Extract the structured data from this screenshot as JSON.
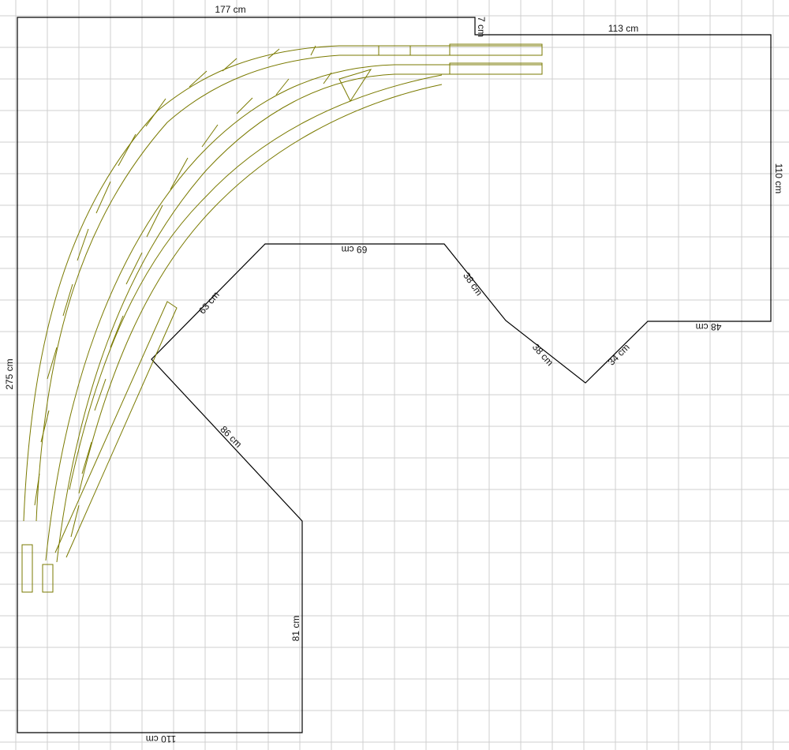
{
  "diagram": {
    "type": "room-floor-plan-with-track-layout",
    "colors": {
      "background": "#ffffff",
      "grid": "#cfcfcf",
      "walls": "#000000",
      "track": "#7a7a00"
    },
    "dimensions": {
      "top": "177 cm",
      "step": "7 cm",
      "top_right": "113 cm",
      "right": "110 cm",
      "right_bottom": "48 cm",
      "diag_a": "34 cm",
      "diag_b": "38 cm",
      "diag_c": "38 cm",
      "inner_top": "69 cm",
      "inner_diag": "63 cm",
      "lower_diag": "86 cm",
      "lower_right": "81 cm",
      "bottom": "110 cm",
      "left": "275 cm"
    }
  }
}
